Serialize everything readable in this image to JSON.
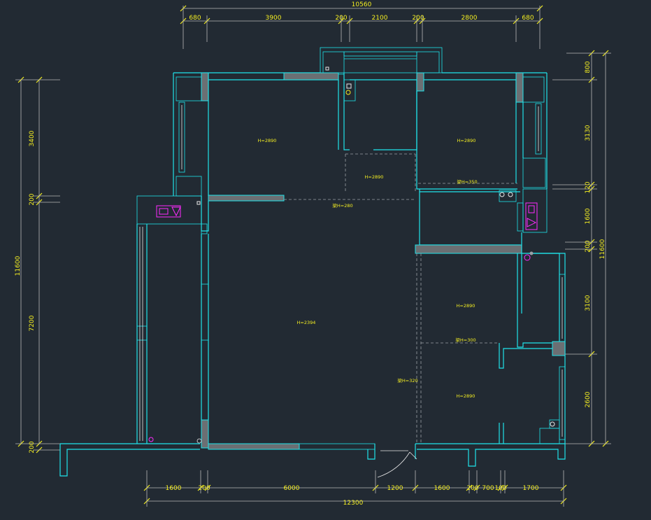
{
  "dimensions": {
    "top_total": "10560",
    "top_segments": [
      "680",
      "3900",
      "200",
      "2100",
      "200",
      "2800",
      "680"
    ],
    "bottom_total": "12300",
    "bottom_segments": [
      "1600",
      "200",
      "6000",
      "1200",
      "1600",
      "200",
      "700",
      "100",
      "1700"
    ],
    "left_total": "11600",
    "left_segments": [
      "3400",
      "200",
      "7200",
      "200"
    ],
    "right_total": "11600",
    "right_segments": [
      "800",
      "3130",
      "120",
      "1600",
      "200",
      "3100",
      "2600"
    ]
  },
  "room_labels": {
    "bedroom_top_left": "H=2890",
    "corridor_top": "H=2890",
    "bedroom_top_right": "H=2890",
    "beam_top_right": "梁H=350",
    "beam_center": "梁H=280",
    "living_room": "H=2394",
    "bedroom_mid_right": "H=2890",
    "beam_mid_right": "梁H=300",
    "beam_lower": "梁H=320",
    "bedroom_bottom_right": "H=2890"
  },
  "colors": {
    "background": "#222a33",
    "wall": "#1fe3ea",
    "text": "#f4ee22",
    "fixture": "#ff2bff",
    "column_fill": "#6b6f73"
  }
}
